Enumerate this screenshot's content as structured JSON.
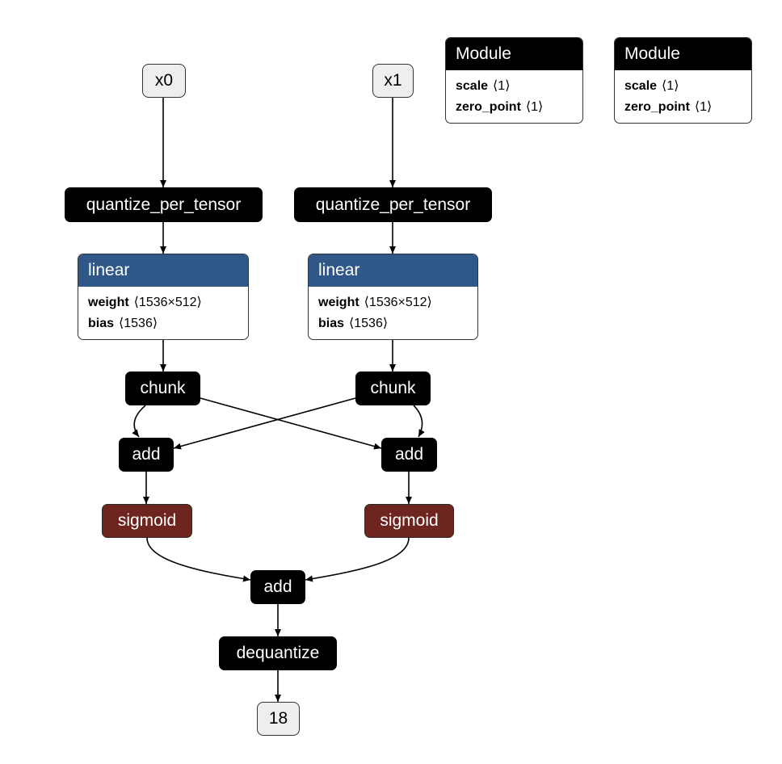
{
  "colors": {
    "op": "#000000",
    "linear_header": "#2f5889",
    "sigmoid": "#6e2520",
    "io_fill": "#eeeeee",
    "edge": "#000000"
  },
  "inputs": {
    "x0": "x0",
    "x1": "x1"
  },
  "output": {
    "label": "18"
  },
  "left": {
    "quantize": "quantize_per_tensor",
    "linear": {
      "title": "linear",
      "attrs": [
        {
          "name": "weight",
          "value": "⟨1536×512⟩"
        },
        {
          "name": "bias",
          "value": "⟨1536⟩"
        }
      ]
    },
    "chunk": "chunk",
    "add": "add",
    "sigmoid": "sigmoid"
  },
  "right": {
    "quantize": "quantize_per_tensor",
    "linear": {
      "title": "linear",
      "attrs": [
        {
          "name": "weight",
          "value": "⟨1536×512⟩"
        },
        {
          "name": "bias",
          "value": "⟨1536⟩"
        }
      ]
    },
    "chunk": "chunk",
    "add": "add",
    "sigmoid": "sigmoid"
  },
  "merge": {
    "add": "add",
    "dequantize": "dequantize"
  },
  "modules": [
    {
      "title": "Module",
      "attrs": [
        {
          "name": "scale",
          "value": "⟨1⟩"
        },
        {
          "name": "zero_point",
          "value": "⟨1⟩"
        }
      ]
    },
    {
      "title": "Module",
      "attrs": [
        {
          "name": "scale",
          "value": "⟨1⟩"
        },
        {
          "name": "zero_point",
          "value": "⟨1⟩"
        }
      ]
    }
  ]
}
